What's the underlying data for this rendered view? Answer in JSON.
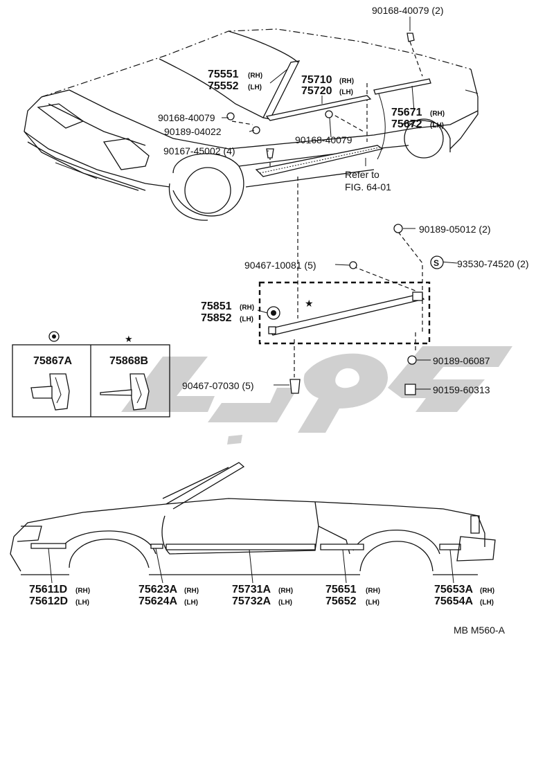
{
  "labels": {
    "p_90168_40079_top": "90168-40079 (2)",
    "p_75551": "75551",
    "p_75551_side": "(RH)",
    "p_75552": "75552",
    "p_75552_side": "(LH)",
    "p_75710": "75710",
    "p_75710_side": "(RH)",
    "p_75720": "75720",
    "p_75720_side": "(LH)",
    "p_75671": "75671",
    "p_75671_side": "(RH)",
    "p_75672": "75672",
    "p_75672_side": "(LH)",
    "p_90168_40079_a": "90168-40079",
    "p_90189_04022": "90189-04022",
    "p_90167_45002": "90167-45002 (4)",
    "p_90168_40079_b": "90168-40079",
    "refer_line1": "Refer to",
    "refer_line2": "FIG. 64-01",
    "p_90189_05012": "90189-05012 (2)",
    "p_90467_10081": "90467-10081 (5)",
    "p_93530_74520": "93530-74520 (2)",
    "p_75851": "75851",
    "p_75851_side": "(RH)",
    "p_75852": "75852",
    "p_75852_side": "(LH)",
    "p_75867A": "75867A",
    "p_75868B": "75868B",
    "p_90189_06087": "90189-06087",
    "p_90467_07030": "90467-07030 (5)",
    "p_90159_60313": "90159-60313",
    "p_75611D": "75611D",
    "p_75611D_side": "(RH)",
    "p_75612D": "75612D",
    "p_75612D_side": "(LH)",
    "p_75623A": "75623A",
    "p_75623A_side": "(RH)",
    "p_75624A": "75624A",
    "p_75624A_side": "(LH)",
    "p_75731A": "75731A",
    "p_75731A_side": "(RH)",
    "p_75732A": "75732A",
    "p_75732A_side": "(LH)",
    "p_75651": "75651",
    "p_75651_side": "(RH)",
    "p_75652": "75652",
    "p_75652_side": "(LH)",
    "p_75653A": "75653A",
    "p_75653A_side": "(RH)",
    "p_75654A": "75654A",
    "p_75654A_side": "(LH)",
    "sym_s": "S",
    "star": "★",
    "figure_code": "MB M560-A"
  },
  "watermark": {
    "color": "#c8c8c8",
    "opacity": 0.85
  }
}
